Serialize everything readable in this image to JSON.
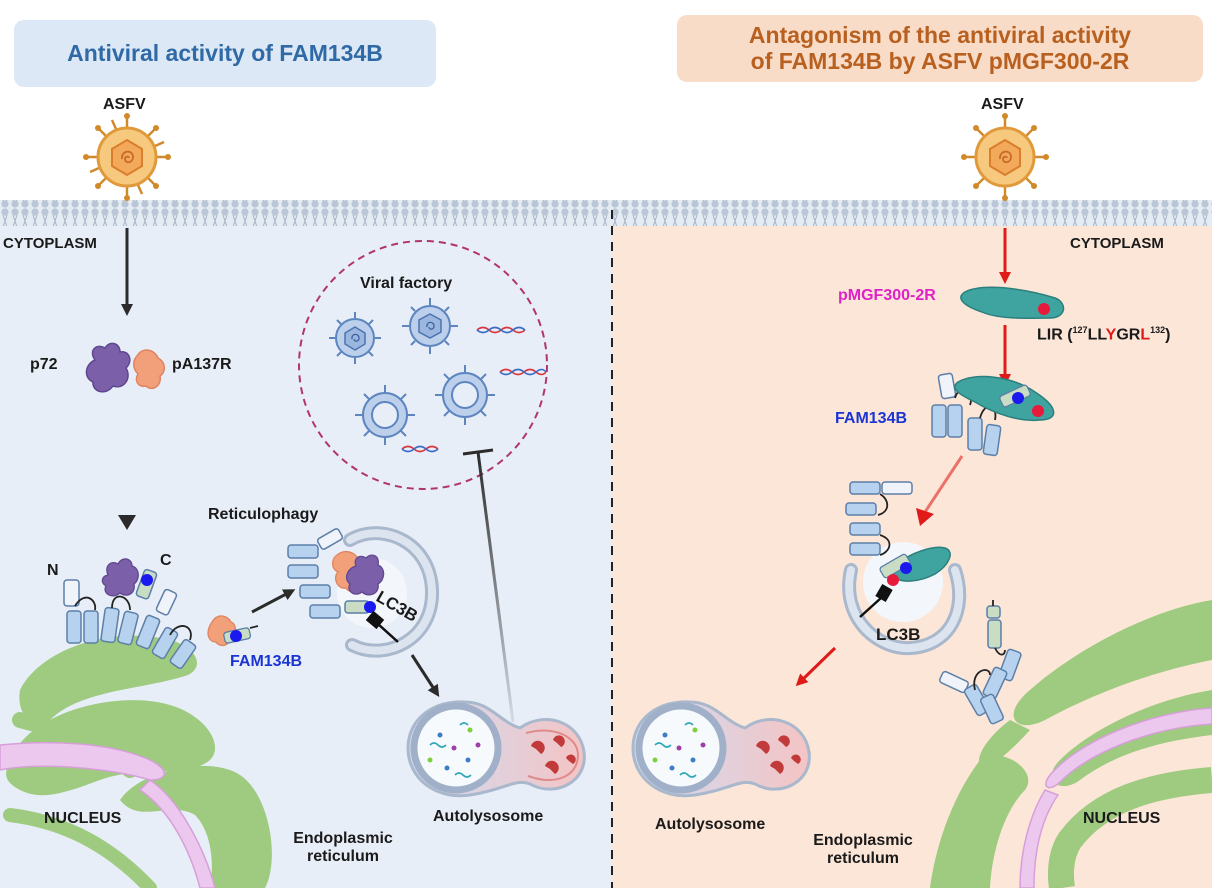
{
  "colors": {
    "left_panel": "#e8eef8",
    "right_panel": "#fce6d8",
    "left_title_bg": "#dce8f5",
    "left_title_text": "#2f6aa6",
    "right_title_bg": "#f9dcc8",
    "right_title_text": "#b8601f",
    "er_green": "#9ecb7f",
    "nucleus_pink": "#e9c6ea",
    "magenta": "#e021c8",
    "blue_label": "#1a35d4",
    "red_arrow": "#e01919"
  },
  "left": {
    "title": "Antiviral activity of FAM134B",
    "virus_label": "ASFV",
    "cytoplasm": "CYTOPLASM",
    "p72": "p72",
    "pa137r": "pA137R",
    "viral_factory": "Viral factory",
    "reticulophagy": "Reticulophagy",
    "n_term": "N",
    "c_term": "C",
    "fam134b": "FAM134B",
    "lc3b": "LC3B",
    "autolysosome": "Autolysosome",
    "nucleus": "NUCLEUS",
    "er_line1": "Endoplasmic",
    "er_line2": "reticulum"
  },
  "right": {
    "title_line1": "Antagonism of the antiviral activity",
    "title_line2": "of FAM134B by ASFV pMGF300-2R",
    "virus_label": "ASFV",
    "cytoplasm": "CYTOPLASM",
    "pmgf": "pMGF300-2R",
    "lir_prefix": "LIR (",
    "lir_sup1": "127",
    "lir_a": "LL",
    "lir_y": "Y",
    "lir_b": "GR",
    "lir_l": "L",
    "lir_sup2": "132",
    "lir_suffix": ")",
    "fam134b": "FAM134B",
    "lc3b": "LC3B",
    "autolysosome": "Autolysosome",
    "er_line1": "Endoplasmic",
    "er_line2": "reticulum",
    "nucleus": "NUCLEUS"
  }
}
